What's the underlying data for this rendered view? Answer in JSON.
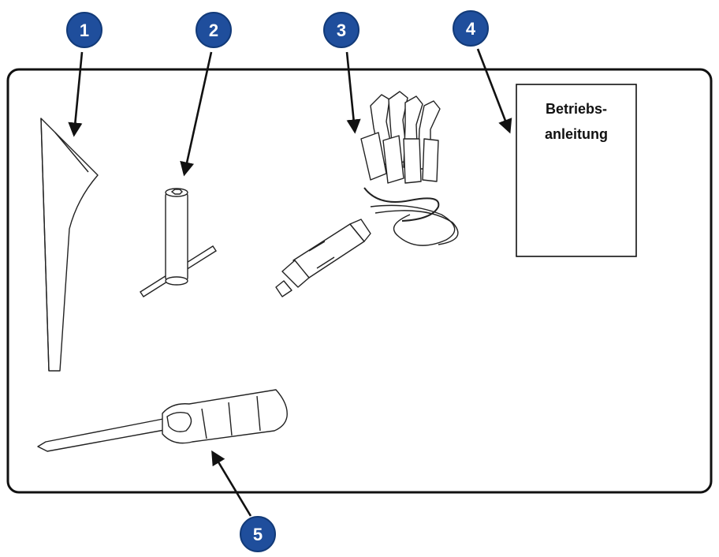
{
  "colors": {
    "marker_fill": "#1f4e9c",
    "marker_text": "#ffffff",
    "line": "#111111",
    "frame": "#111111",
    "background": "#ffffff"
  },
  "markers": [
    {
      "label": "1",
      "points_to": "funnel"
    },
    {
      "label": "2",
      "points_to": "socket-wrench"
    },
    {
      "label": "3",
      "points_to": "power-cable-with-clamps"
    },
    {
      "label": "4",
      "points_to": "manual"
    },
    {
      "label": "5",
      "points_to": "screwdriver"
    }
  ],
  "manual": {
    "line1": "Betriebs-",
    "line2": "anleitung"
  }
}
